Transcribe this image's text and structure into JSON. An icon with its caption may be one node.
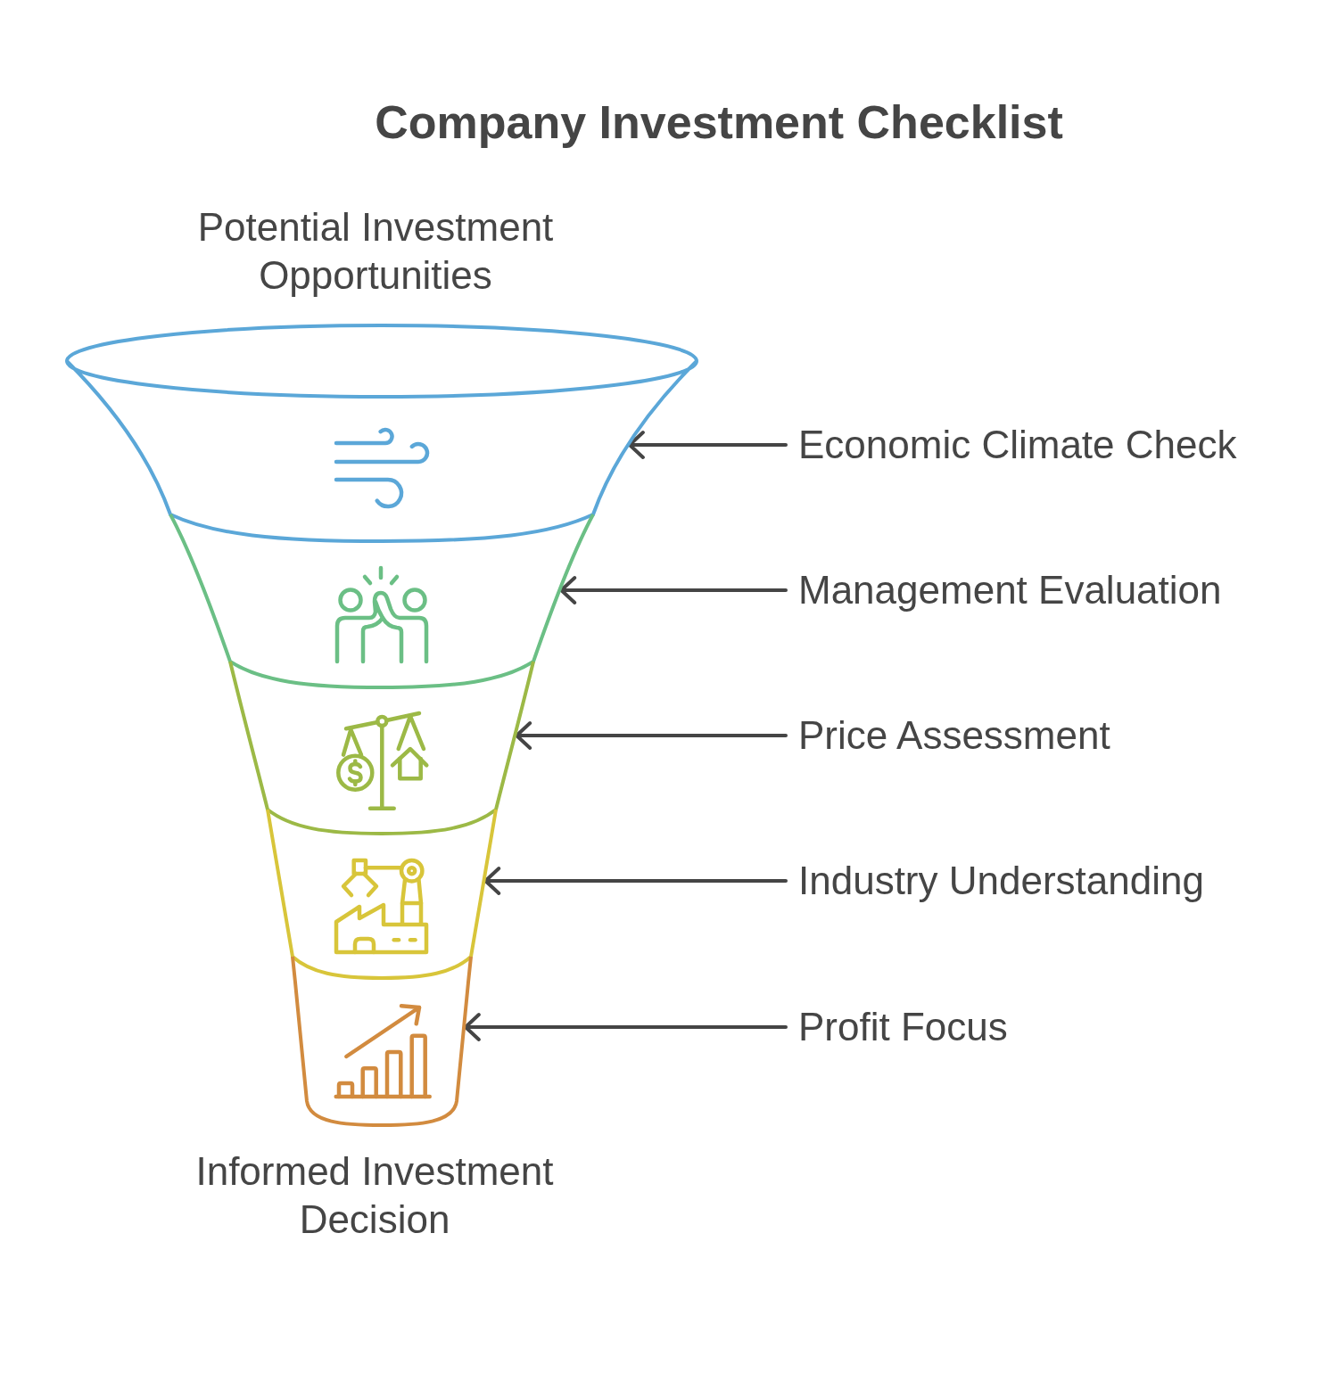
{
  "diagram": {
    "title": "Company Investment Checklist",
    "nodes": [
      {
        "text": [],
        "shape": "band",
        "beside": [
          "Potential Investment Opportunities"
        ]
      },
      {
        "text": [
          "Economic Climate Check"
        ]
      },
      {
        "text": [],
        "shape": "band"
      },
      {
        "text": [
          "Management Evaluation"
        ]
      },
      {
        "text": [],
        "shape": "band"
      },
      {
        "text": [
          "Price Assessment"
        ]
      },
      {
        "text": [],
        "shape": "band"
      },
      {
        "text": [
          "Industry Understanding"
        ]
      },
      {
        "text": [],
        "shape": "band",
        "beside": [
          "Informed Investment Decision"
        ]
      },
      {
        "text": [
          "Profit Focus"
        ]
      }
    ],
    "edges": [
      {
        "from": 1,
        "to": 0,
        "arrow": "to"
      },
      {
        "from": 3,
        "to": 2,
        "arrow": "to"
      },
      {
        "from": 5,
        "to": 4,
        "arrow": "to"
      },
      {
        "from": 7,
        "to": 6,
        "arrow": "to"
      },
      {
        "from": 9,
        "to": 8,
        "arrow": "to"
      }
    ]
  }
}
